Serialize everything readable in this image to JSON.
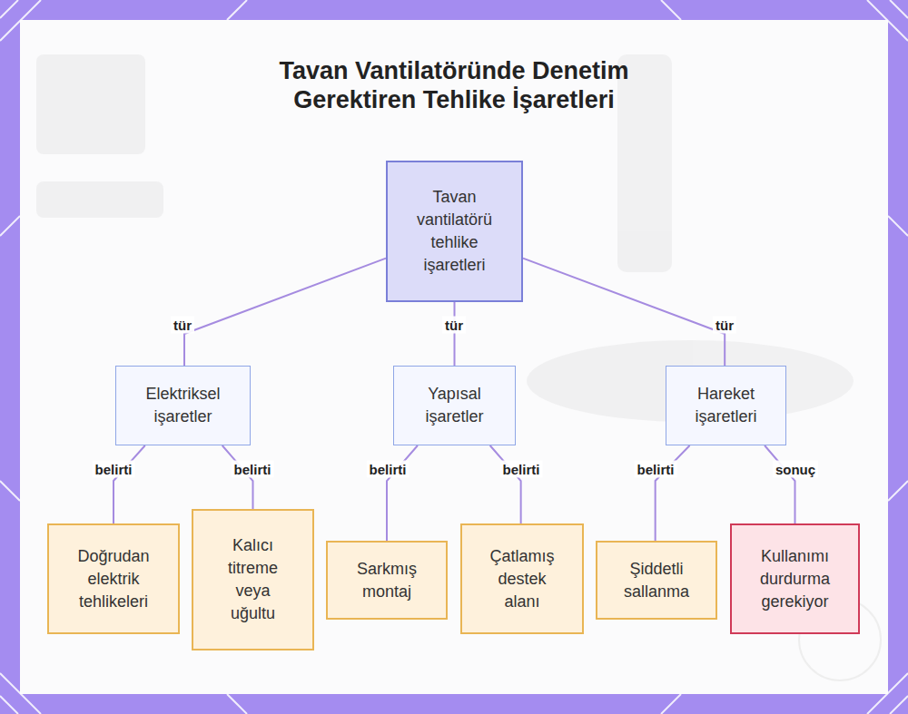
{
  "diagram": {
    "title": "Tavan Vantilatöründe Denetim Gerektiren Tehlike İşaretleri",
    "nodes": [
      {
        "text": [
          "Tavan vantilatörü tehlike işaretleri"
        ]
      },
      {
        "text": [
          "Elektriksel işaretler"
        ]
      },
      {
        "text": [
          "Yapısal işaretler"
        ]
      },
      {
        "text": [
          "Hareket işaretleri"
        ]
      },
      {
        "text": [
          "Doğrudan elektrik tehlikeleri"
        ]
      },
      {
        "text": [
          "Kalıcı titreme veya uğultu"
        ]
      },
      {
        "text": [
          "Sarkmış montaj"
        ]
      },
      {
        "text": [
          "Çatlamış destek alanı"
        ]
      },
      {
        "text": [
          "Şiddetli sallanma"
        ]
      },
      {
        "text": [
          "Kullanımı durdurma gerekiyor"
        ]
      }
    ],
    "edges": [
      {
        "from": 0,
        "to": 1,
        "label": "tür",
        "arrow": "none"
      },
      {
        "from": 0,
        "to": 2,
        "label": "tür",
        "arrow": "none"
      },
      {
        "from": 0,
        "to": 3,
        "label": "tür",
        "arrow": "none"
      },
      {
        "from": 1,
        "to": 4,
        "label": "belirti",
        "arrow": "none"
      },
      {
        "from": 1,
        "to": 5,
        "label": "belirti",
        "arrow": "none"
      },
      {
        "from": 2,
        "to": 6,
        "label": "belirti",
        "arrow": "none"
      },
      {
        "from": 2,
        "to": 7,
        "label": "belirti",
        "arrow": "none"
      },
      {
        "from": 3,
        "to": 8,
        "label": "belirti",
        "arrow": "none"
      },
      {
        "from": 3,
        "to": 9,
        "label": "sonuç",
        "arrow": "none"
      }
    ]
  }
}
